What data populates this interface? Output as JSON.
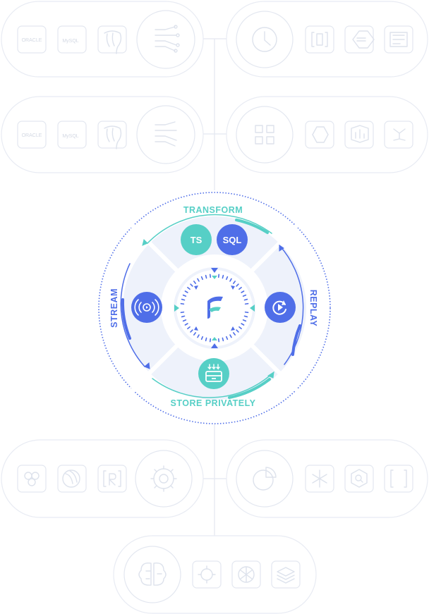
{
  "colors": {
    "teal": "#56cfc6",
    "blue": "#4f6ee8",
    "blue_dark": "#3d5bd9",
    "ghost_stroke": "#e3e7f0",
    "segment_fill": "#eef2fb"
  },
  "sources": {
    "row1": {
      "logos": [
        "ORACLE",
        "MySQL",
        "PostgreSQL"
      ],
      "icon": "data-flow-icon"
    },
    "row2": {
      "logos": [
        "ORACLE",
        "MySQL",
        "PostgreSQL"
      ],
      "icon": "data-flow-icon"
    }
  },
  "destinations": {
    "row1": {
      "icon": "clock-icon",
      "tiles": [
        "bracket-icon",
        "hexagon-icon",
        "database-box-icon"
      ]
    },
    "row2": {
      "icon": "grid-icon",
      "tiles": [
        "hexagon-dots-icon",
        "chart-box-icon",
        "nodes-icon"
      ]
    }
  },
  "cycle": {
    "labels": {
      "transform": "TRANSFORM",
      "replay": "REPLAY",
      "store": "STORE PRIVATELY",
      "stream": "STREAM"
    },
    "badges": {
      "ts": "TS",
      "sql": "SQL"
    },
    "center_icon": "brand-logo-icon",
    "stream_icon": "broadcast-icon",
    "replay_icon": "replay-icon",
    "store_icon": "storage-icon"
  },
  "consumers": {
    "row3_left": {
      "tiles": [
        "circles-icon",
        "rotate-icon",
        "bracket-r-icon"
      ],
      "icon": "gear-icon"
    },
    "row3_right": {
      "icon": "pie-chart-icon",
      "tiles": [
        "snowflake-icon",
        "hexagon-search-icon",
        "brackets-icon"
      ]
    },
    "row4": {
      "icon": "brain-icon",
      "tiles": [
        "chip-icon",
        "knot-icon",
        "layers-icon"
      ]
    }
  }
}
